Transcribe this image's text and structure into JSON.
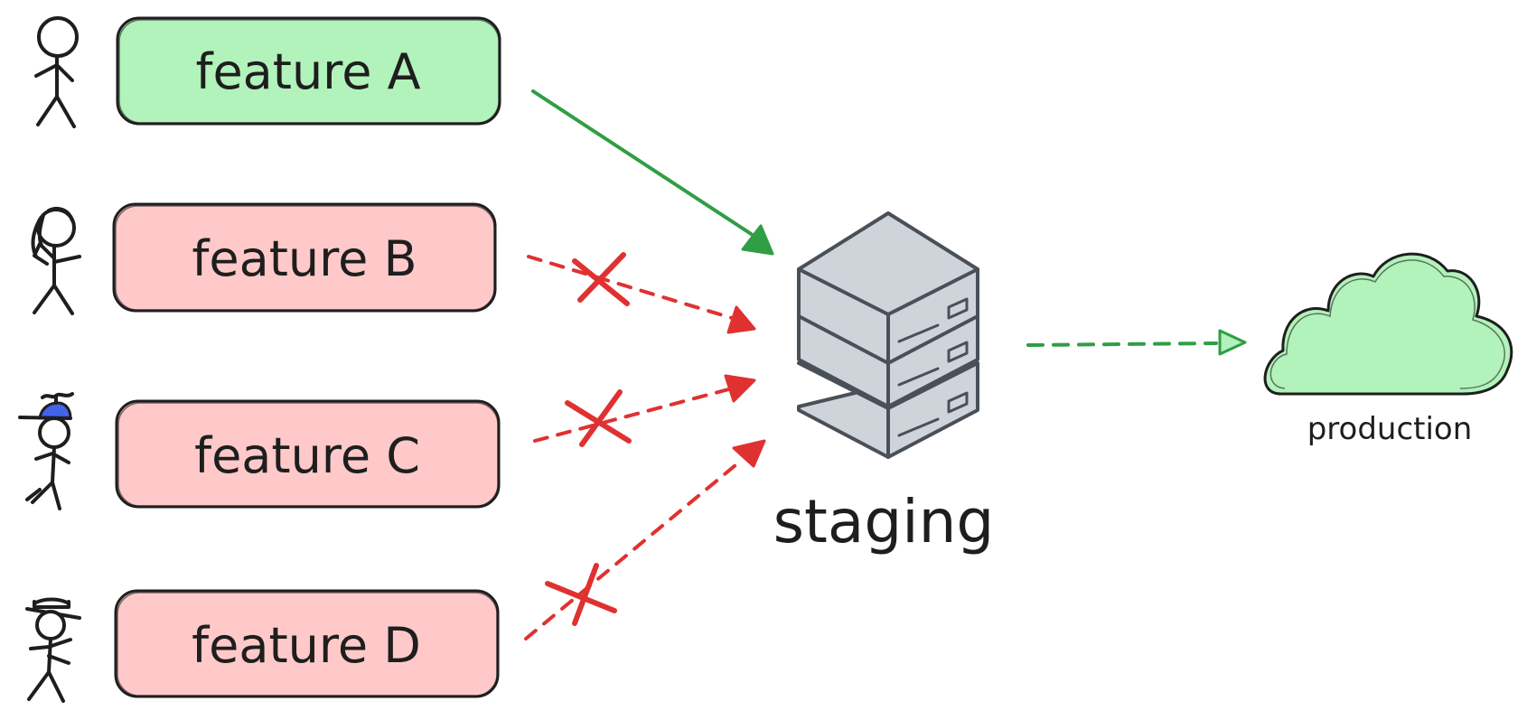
{
  "features": [
    {
      "label": "feature A",
      "status": "accepted",
      "person": "plain"
    },
    {
      "label": "feature B",
      "status": "rejected",
      "person": "ponytail"
    },
    {
      "label": "feature C",
      "status": "rejected",
      "person": "propeller-cap"
    },
    {
      "label": "feature D",
      "status": "rejected",
      "person": "hat"
    }
  ],
  "staging": {
    "label": "staging"
  },
  "production": {
    "label": "production"
  },
  "colors": {
    "accepted_fill": "#b2f2bb",
    "rejected_fill": "#ffc9c9",
    "accepted_line": "#2f9e44",
    "rejected_line": "#e03131",
    "server_fill": "#ced4da",
    "server_stroke": "#495057",
    "ink": "#1e1e1e",
    "cap_blue": "#4263eb"
  }
}
